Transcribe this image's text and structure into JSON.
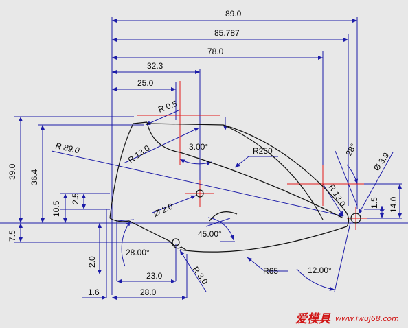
{
  "dimensions": {
    "d_89_0": "89.0",
    "d_85_787": "85.787",
    "d_78_0": "78.0",
    "d_32_3": "32.3",
    "d_25_0": "25.0",
    "d_r0_5": "R 0.5",
    "d_r13_a": "R 13.0",
    "d_3deg": "3.00°",
    "d_r250": "R250",
    "d_r89": "R 89.0",
    "d_28deg": "28°",
    "d_dia3_9": "Ø 3.9",
    "d_r13_b": "R 13.0",
    "d_39_0": "39.0",
    "d_36_4": "36.4",
    "d_10_5": "10.5",
    "d_2_5": "2.5",
    "d_dia2_0": "Ø 2.0",
    "d_1_5": "1.5",
    "d_14_0": "14.0",
    "d_7_5": "7.5",
    "d_45deg": "45.00°",
    "d_28_00deg": "28.00°",
    "d_2_0": "2.0",
    "d_r65": "R65",
    "d_23_0": "23.0",
    "d_r3_0": "R 3.0",
    "d_12deg": "12.00°",
    "d_1_6": "1.6",
    "d_28_0": "28.0"
  },
  "watermark": {
    "chinese": "爱模具",
    "url": "www.iwuj68.com"
  },
  "colors": {
    "background": "#e8e8e8",
    "dimension_lines": "#1c1ca8",
    "geometry": "#111111",
    "center_marks": "#e21a1a"
  }
}
